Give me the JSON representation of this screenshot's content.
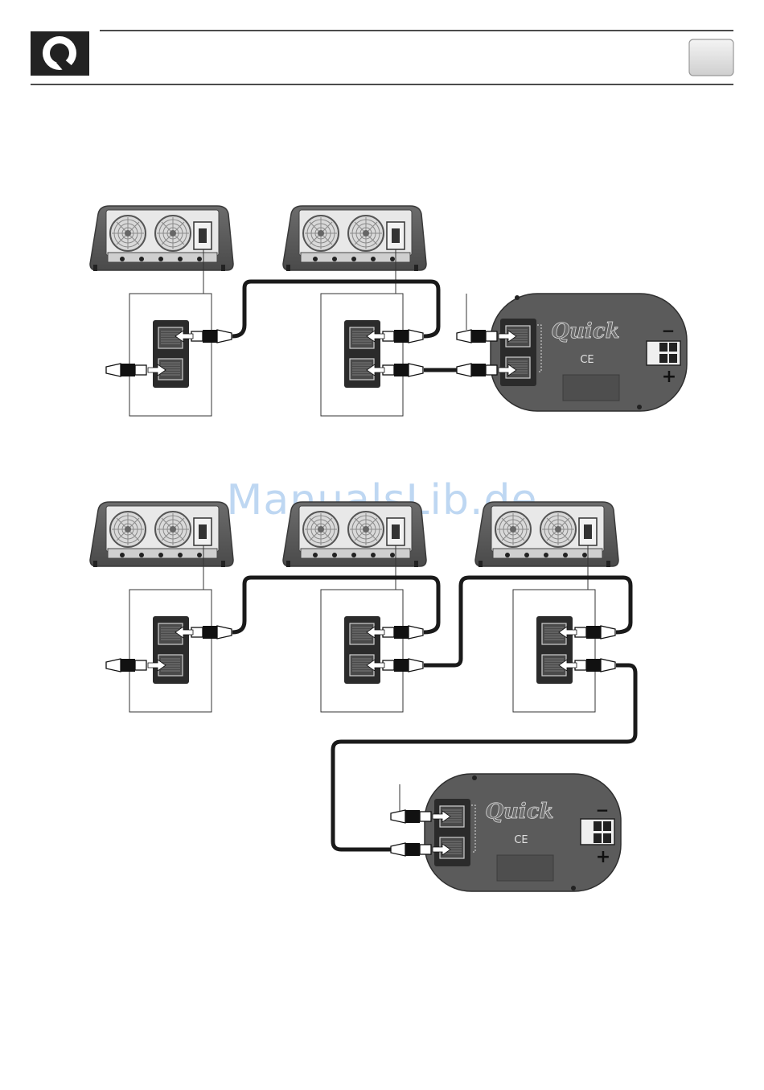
{
  "header": {
    "logo_icon": "quick-q-logo-icon",
    "page_tab": ""
  },
  "watermark": "ManualsLib.de",
  "panel": {
    "brand": "Quick",
    "ce_mark": "CE",
    "minus": "−",
    "plus": "+"
  },
  "diagrams": [
    {
      "id": "two-chargers",
      "chargers": 2,
      "panel": "right"
    },
    {
      "id": "three-chargers",
      "chargers": 3,
      "panel": "bottom"
    }
  ],
  "colors": {
    "device_body": "#5a5a5a",
    "port_block": "#2b2b2b",
    "cable": "#1a1a1a",
    "logo": "#222222"
  }
}
